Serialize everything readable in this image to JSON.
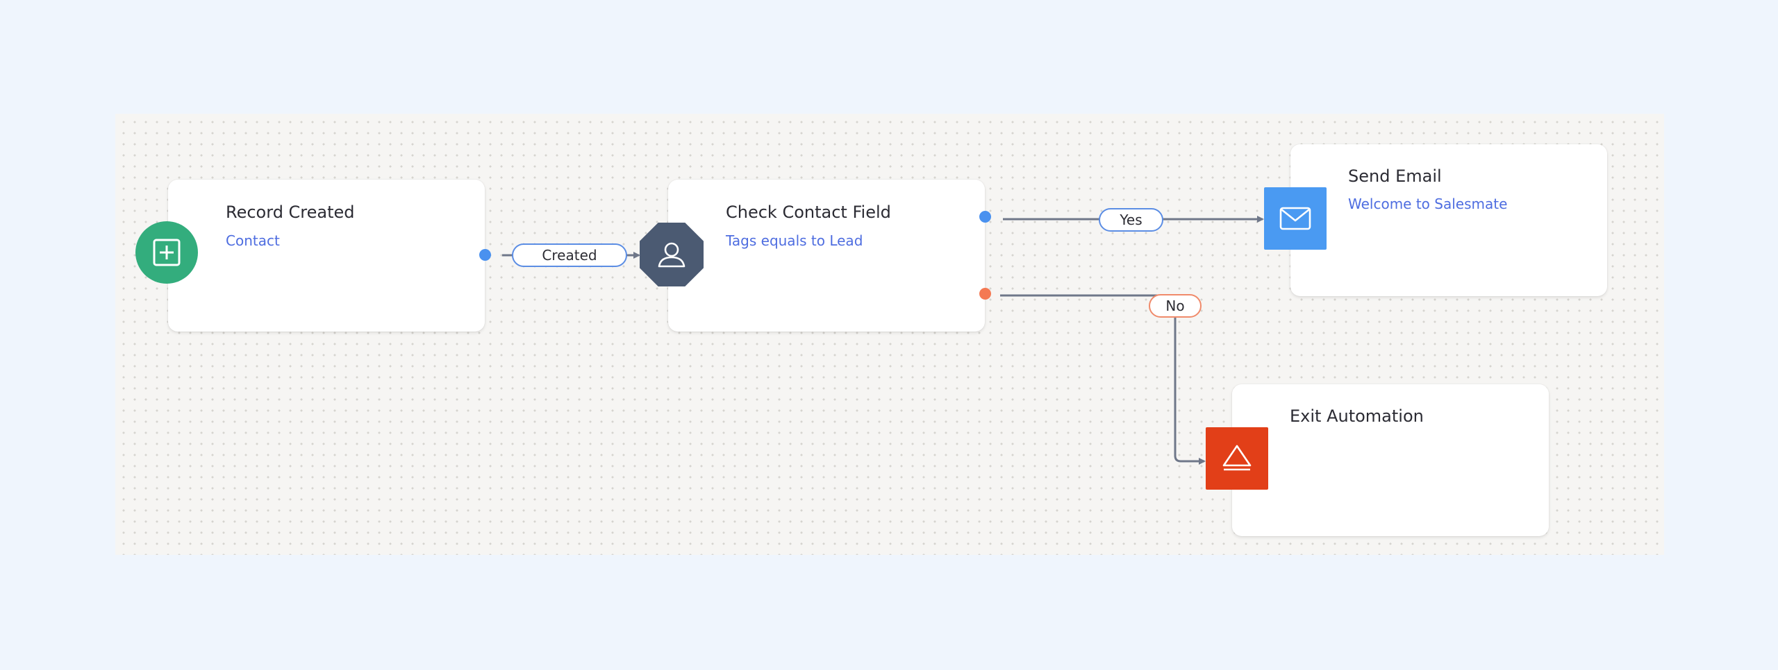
{
  "nodes": {
    "record_created": {
      "title": "Record Created",
      "subtitle": "Contact",
      "icon": "plus-square-icon",
      "icon_color": "#33ad7d"
    },
    "check_contact_field": {
      "title": "Check Contact Field",
      "subtitle": "Tags equals to Lead",
      "icon": "user-icon",
      "icon_color": "#4b5a72"
    },
    "send_email": {
      "title": "Send Email",
      "subtitle": "Welcome to Salesmate",
      "icon": "envelope-icon",
      "icon_color": "#4a9af2"
    },
    "exit_automation": {
      "title": "Exit Automation",
      "icon": "eject-icon",
      "icon_color": "#e23f18"
    }
  },
  "edges": {
    "created_label": "Created",
    "yes_label": "Yes",
    "no_label": "No"
  },
  "colors": {
    "background": "#eff5fd",
    "canvas": "#f6f5f3",
    "link": "#4e6de0",
    "wire": "#6f7789",
    "port_yes": "#4a91ef",
    "port_no": "#f47953"
  }
}
